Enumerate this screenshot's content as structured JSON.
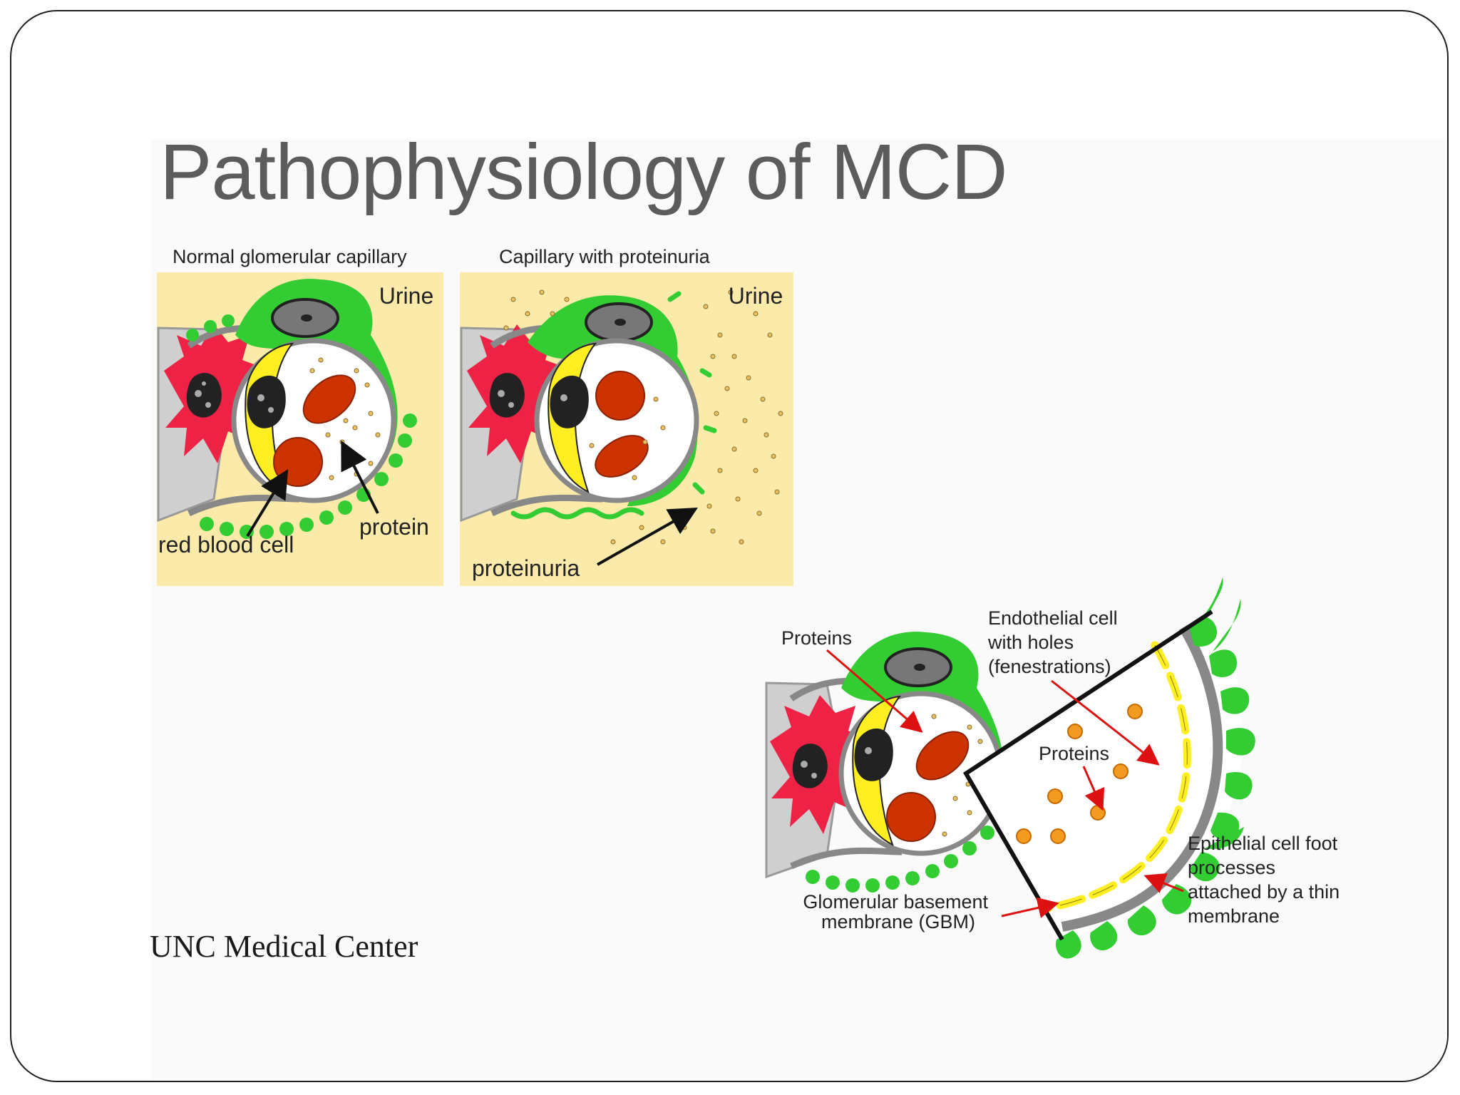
{
  "slide": {
    "title": "Pathophysiology of MCD",
    "source": "UNC Medical Center"
  },
  "panels": {
    "normal": {
      "title": "Normal glomerular capillary",
      "urine_label": "Urine",
      "rbc_label": "red blood cell",
      "protein_label": "protein"
    },
    "proteinuria": {
      "title": "Capillary with proteinuria",
      "urine_label": "Urine",
      "proteinuria_label": "proteinuria"
    },
    "detail": {
      "proteins_outer_label": "Proteins",
      "endothelial_label": [
        "Endothelial cell",
        "with holes",
        "(fenestrations)"
      ],
      "proteins_inner_label": "Proteins",
      "gbm_label": [
        "Glomerular basement",
        "membrane (GBM)"
      ],
      "epithelial_label": [
        "Epithelial cell foot",
        "processes",
        "attached by a thin",
        "membrane"
      ]
    }
  },
  "colors": {
    "background": "#fbeaaa",
    "podocyte": "#33cc33",
    "mesangial": "#ee2244",
    "rbc": "#cc3300",
    "endothelial": "#ffee22",
    "gbm": "#888888",
    "protein_dot": "#f39a20",
    "arrow_red": "#dd1111"
  }
}
